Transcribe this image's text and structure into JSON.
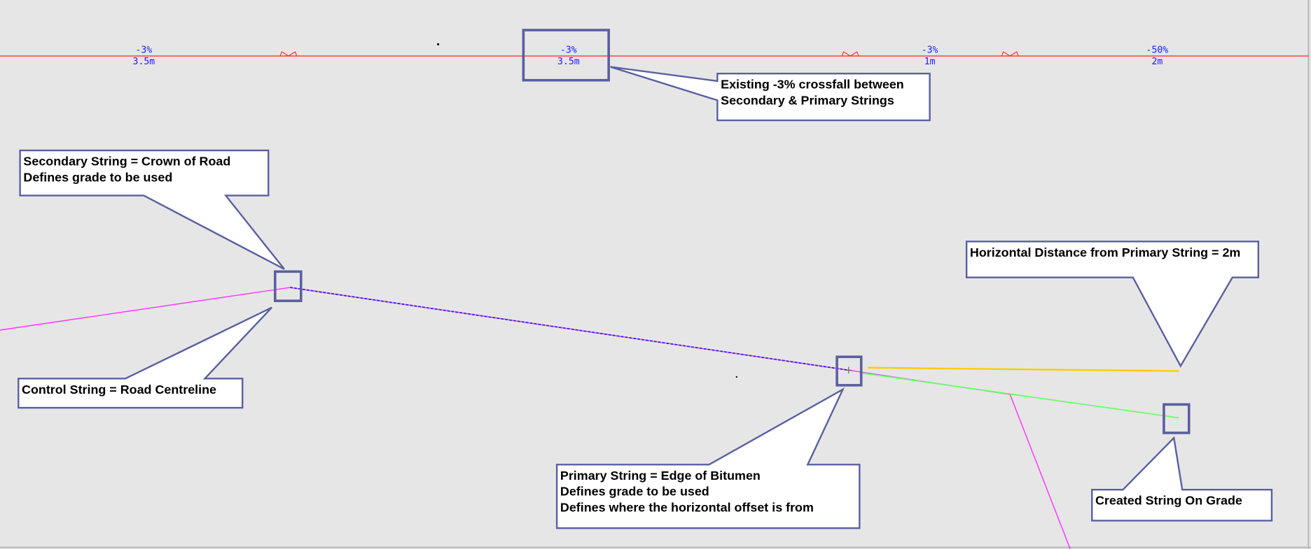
{
  "colors": {
    "background": "#e6e6e6",
    "section_line": "#ff3333",
    "label_text": "#1a1aff",
    "callout_border": "#5a5fa0",
    "control_string": "#ff33ff",
    "secondary_link": "#2222ee",
    "horizontal_offset": "#ffcc00",
    "created_string": "#66ff66"
  },
  "section_labels": [
    {
      "grade": "-3%",
      "width": "3.5m"
    },
    {
      "grade": "-3%",
      "width": "3.5m"
    },
    {
      "grade": "-3%",
      "width": "1m"
    },
    {
      "grade": "-50%",
      "width": "2m"
    }
  ],
  "callouts": {
    "existing": {
      "lines": [
        "Existing -3% crossfall between",
        "Secondary & Primary Strings"
      ]
    },
    "secondary": {
      "lines": [
        "Secondary String = Crown of Road",
        "Defines grade to be used"
      ]
    },
    "control": {
      "lines": [
        "Control String = Road Centreline"
      ]
    },
    "primary": {
      "lines": [
        "Primary String = Edge of Bitumen",
        "Defines grade to be used",
        "Defines where the horizontal offset is from"
      ]
    },
    "horizontal": {
      "lines": [
        "Horizontal Distance from Primary String = 2m"
      ]
    },
    "created": {
      "lines": [
        "Created String On Grade"
      ]
    }
  }
}
